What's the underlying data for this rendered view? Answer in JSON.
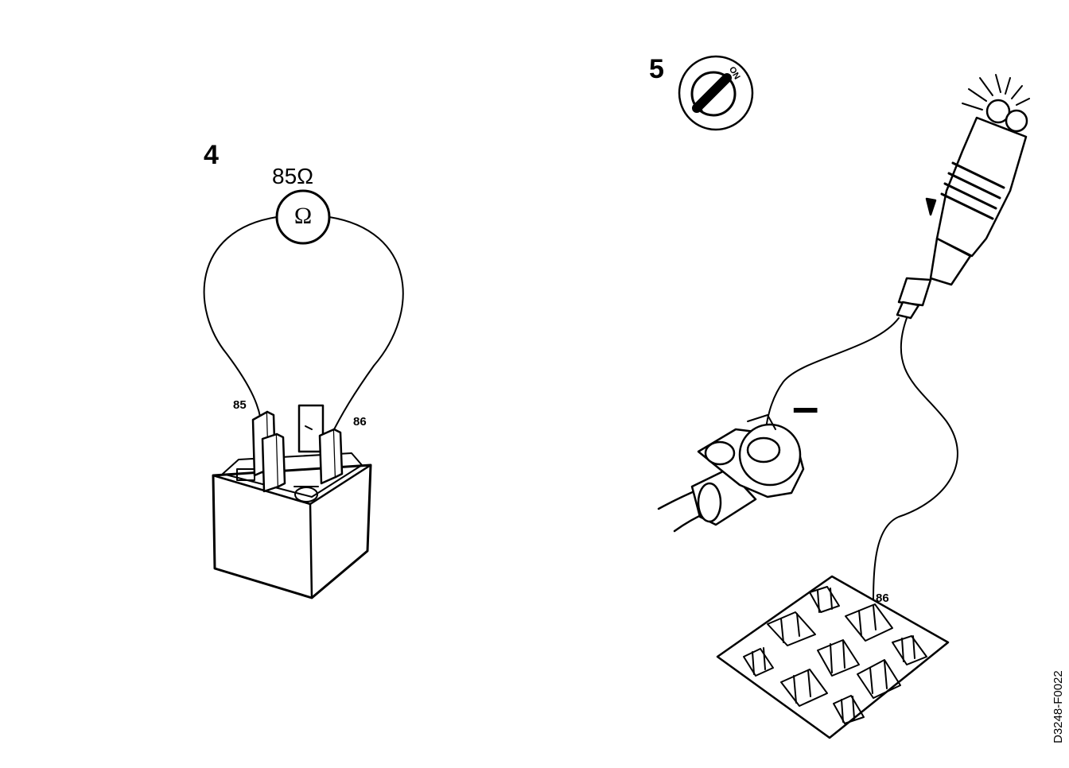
{
  "step4": {
    "number": "4",
    "reading": "85Ω",
    "meter_symbol": "Ω",
    "pin_left": "85",
    "pin_right": "86"
  },
  "step5": {
    "number": "5",
    "ignition_label": "ON",
    "ground_sign": "–",
    "socket_pin": "86"
  },
  "reference_code": "D3248-F0022"
}
